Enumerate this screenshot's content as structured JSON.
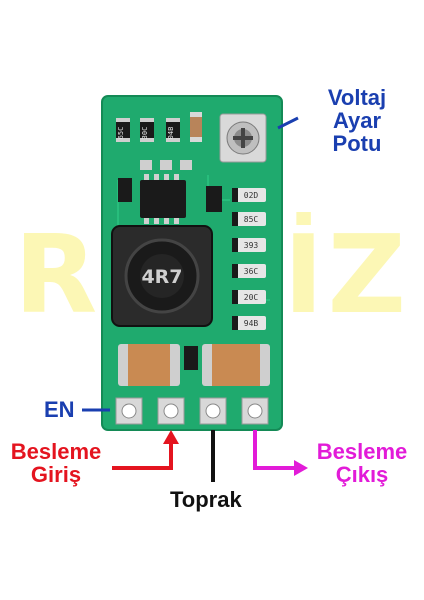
{
  "watermark": "ROBİZ",
  "labels": {
    "voltaj_line1": "Voltaj",
    "voltaj_line2": "Ayar",
    "voltaj_line3": "Potu",
    "en": "EN",
    "giris_line1": "Besleme",
    "giris_line2": "Giriş",
    "toprak": "Toprak",
    "cikis_line1": "Besleme",
    "cikis_line2": "Çıkış"
  },
  "board": {
    "inductor_marking": "4R7",
    "top_smd": [
      "65C",
      "30C",
      "04B"
    ],
    "right_smd": [
      "02D",
      "85C",
      "393",
      "36C",
      "20C",
      "94B"
    ]
  },
  "colors": {
    "pcb": "#1faa6e",
    "label_blue": "#1a3fb0",
    "label_red": "#e4141f",
    "label_magenta": "#e21bd8"
  }
}
